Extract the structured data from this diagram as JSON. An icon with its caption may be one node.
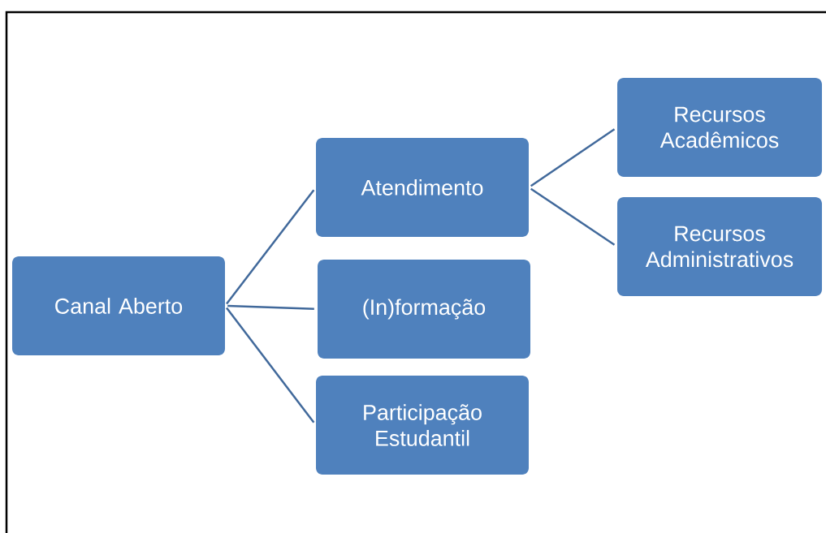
{
  "diagram": {
    "nodes": [
      {
        "text": [
          "Canal Aberto"
        ]
      },
      {
        "text": [
          "Atendimento"
        ]
      },
      {
        "text": [
          "Recursos Acadêmicos"
        ]
      },
      {
        "text": [
          "Recursos Administrativos"
        ]
      },
      {
        "text": [
          "(In)formação"
        ]
      },
      {
        "text": [
          "Participação Estudantil"
        ]
      }
    ],
    "edges": [
      {
        "from": 0,
        "to": 1,
        "arrow": "none"
      },
      {
        "from": 1,
        "to": 2,
        "arrow": "none"
      },
      {
        "from": 1,
        "to": 3,
        "arrow": "none"
      },
      {
        "from": 0,
        "to": 4,
        "arrow": "none"
      },
      {
        "from": 0,
        "to": 5,
        "arrow": "none"
      }
    ]
  }
}
